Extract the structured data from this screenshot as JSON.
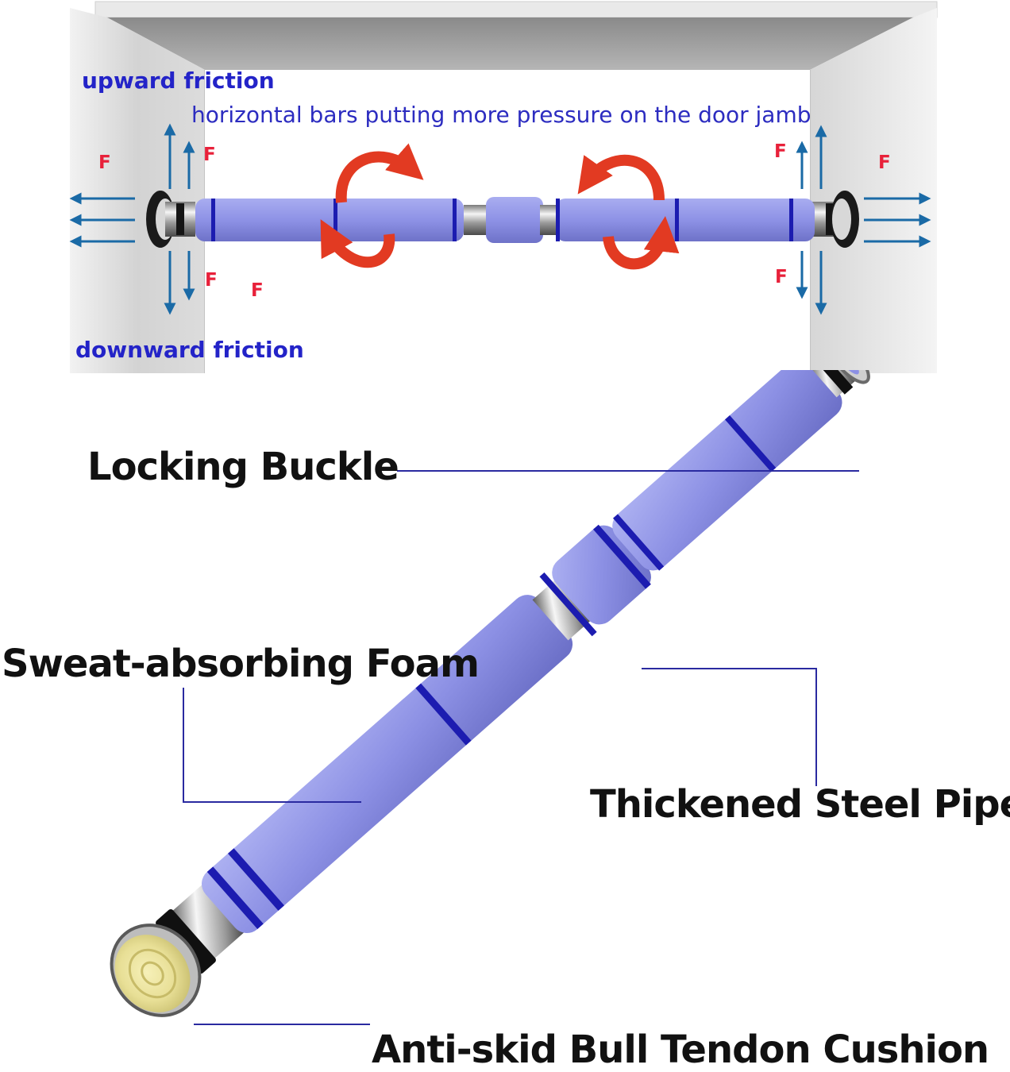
{
  "top_diagram": {
    "upward_label": "upward friction",
    "downward_label": "downward friction",
    "pressure_note": "horizontal bars putting more pressure on the door jamb",
    "force_symbol": "F"
  },
  "callouts": {
    "locking_buckle": "Locking Buckle",
    "foam": "Sweat-absorbing Foam",
    "steel_pipe": "Thickened Steel Pipe",
    "cushion": "Anti-skid Bull Tendon Cushion"
  },
  "colors": {
    "foam": "#8e92e6",
    "foam_band": "#1c1cb0",
    "arrow": "#1a6aa6",
    "force_label": "#e8213a",
    "rotation": "#e23a22",
    "leader_line": "#2a2aa0"
  }
}
